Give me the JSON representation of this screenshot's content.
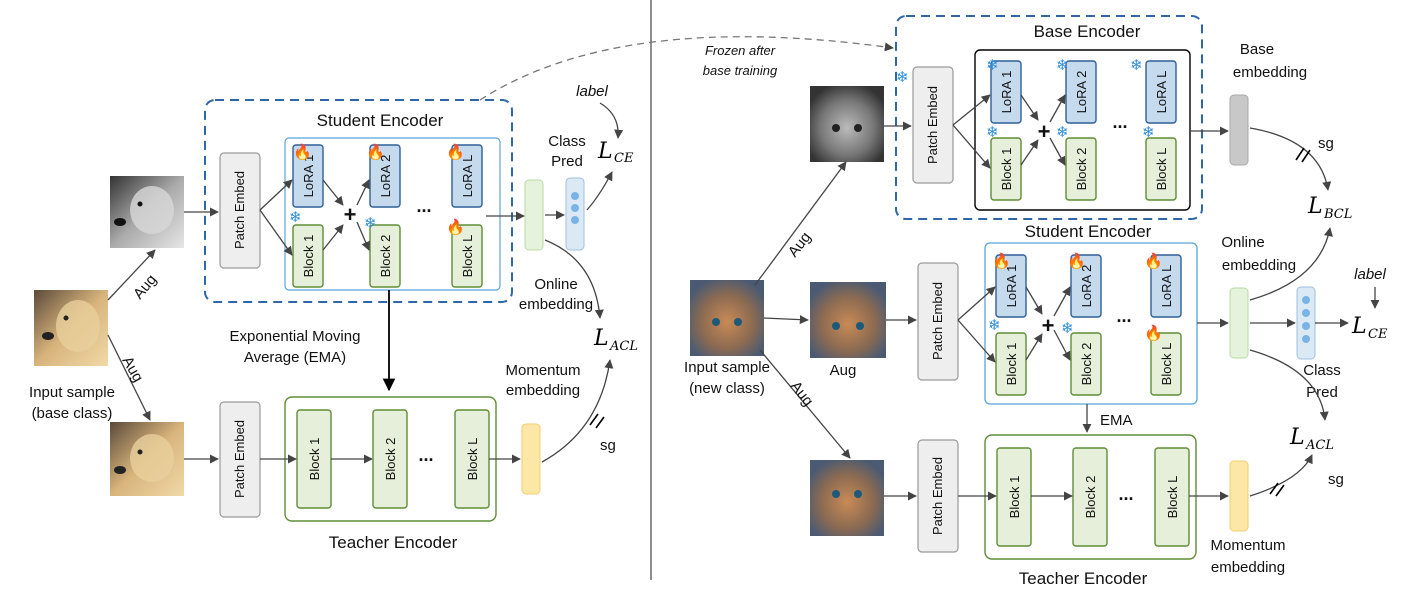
{
  "icons": {
    "flame": "🔥",
    "snowflake": "❄"
  },
  "labels": {
    "patch_embed": "Patch Embed",
    "lora_1": "LoRA 1",
    "lora_2": "LoRA 2",
    "lora_l": "LoRA L",
    "block_1": "Block 1",
    "block_2": "Block 2",
    "block_l": "Block L",
    "plus": "+",
    "ellipsis": "...",
    "class": "Class",
    "pred": "Pred",
    "label": "label",
    "online": "Online",
    "base": "Base",
    "momentum": "Momentum",
    "embedding": "embedding",
    "sg": "sg"
  },
  "losses": {
    "ce_main": "L",
    "ce_sub": "CE",
    "acl_main": "L",
    "acl_sub": "ACL",
    "bcl_main": "L",
    "bcl_sub": "BCL"
  },
  "left": {
    "input_sample_line1": "Input sample",
    "input_sample_line2": "(base class)",
    "aug": "Aug",
    "student_encoder": "Student Encoder",
    "teacher_encoder": "Teacher Encoder",
    "ema_line1": "Exponential Moving",
    "ema_line2": "Average (EMA)"
  },
  "right": {
    "frozen_line1": "Frozen after",
    "frozen_line2": "base training",
    "input_sample_line1": "Input sample",
    "input_sample_line2": "(new class)",
    "aug": "Aug",
    "base_encoder": "Base Encoder",
    "student_encoder": "Student Encoder",
    "teacher_encoder": "Teacher Encoder",
    "ema": "EMA"
  }
}
